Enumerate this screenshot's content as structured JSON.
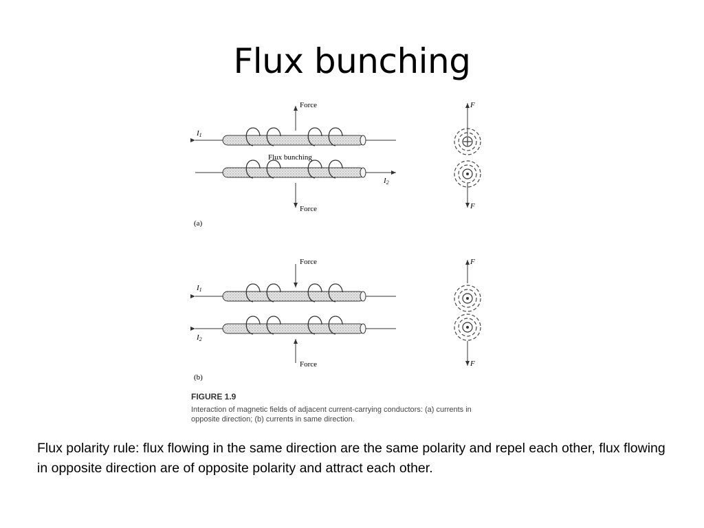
{
  "title": "Flux bunching",
  "figure": {
    "part_a": {
      "label": "(a)",
      "force_top": "Force",
      "force_bottom": "Force",
      "flux_label": "Flux bunching",
      "current_top": "I",
      "current_top_sub": "1",
      "current_bottom": "I",
      "current_bottom_sub": "2",
      "force_side_top": "F",
      "force_side_bottom": "F"
    },
    "part_b": {
      "label": "(b)",
      "force_top": "Force",
      "force_bottom": "Force",
      "current_top": "I",
      "current_top_sub": "1",
      "current_bottom": "I",
      "current_bottom_sub": "2",
      "force_side_top": "F",
      "force_side_bottom": "F"
    },
    "caption_title": "FIGURE 1.9",
    "caption_line1": "Interaction of magnetic fields of adjacent current-carrying conductors: (a) currents in",
    "caption_line2": "opposite direction; (b) currents in same direction."
  },
  "body_text": "Flux polarity rule: flux flowing in the same direction are the same polarity and repel each other, flux flowing in opposite direction are of opposite polarity and attract each other."
}
